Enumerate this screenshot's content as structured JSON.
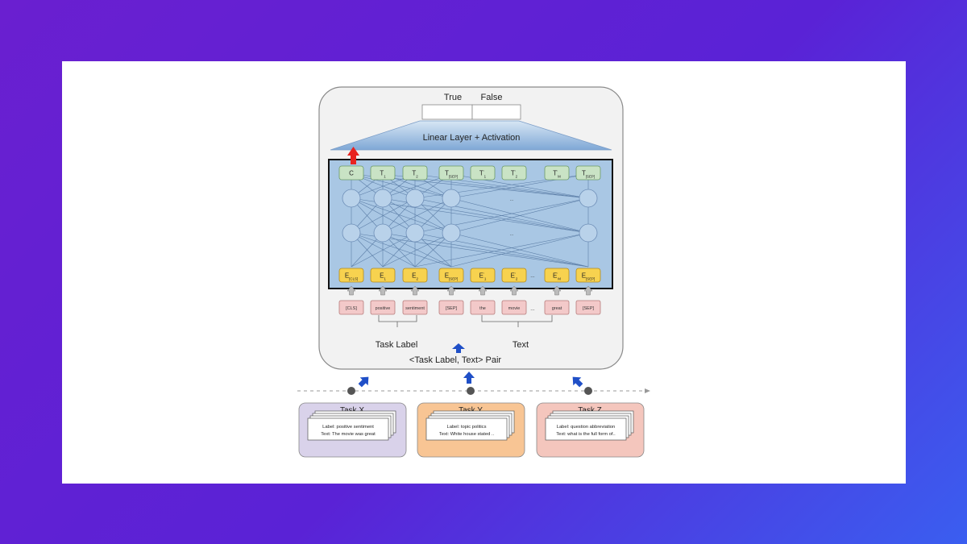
{
  "outputs": [
    "True",
    "False"
  ],
  "linear_layer": "Linear  Layer + Activation",
  "top_tokens": [
    {
      "main": "C",
      "sub": "",
      "sup": ""
    },
    {
      "main": "T",
      "sub": "1",
      "sup": ""
    },
    {
      "main": "T",
      "sub": "2",
      "sup": ""
    },
    {
      "main": "T",
      "sub": "[SEP]",
      "sup": ""
    },
    {
      "main": "T",
      "sub": "1",
      "sup": "'"
    },
    {
      "main": "T",
      "sub": "2",
      "sup": "'"
    },
    {
      "main": "T",
      "sub": "M",
      "sup": "'"
    },
    {
      "main": "T",
      "sub": "[SEP]",
      "sup": ""
    }
  ],
  "embeddings": [
    {
      "main": "E",
      "sub": "[CLS]",
      "sup": ""
    },
    {
      "main": "E",
      "sub": "1",
      "sup": ""
    },
    {
      "main": "E",
      "sub": "2",
      "sup": ""
    },
    {
      "main": "E",
      "sub": "[SEP]",
      "sup": ""
    },
    {
      "main": "E",
      "sub": "1",
      "sup": "'"
    },
    {
      "main": "E",
      "sub": "2",
      "sup": "'"
    },
    {
      "main": "E",
      "sub": "M",
      "sup": "'"
    },
    {
      "main": "E",
      "sub": "[SEP]",
      "sup": ""
    }
  ],
  "input_tokens": [
    "[CLS]",
    "positive",
    "sentiment",
    "[SEP]",
    "the",
    "movie",
    "great",
    "[SEP]"
  ],
  "ellipsis": "...",
  "task_label": "Task Label",
  "text_label": "Text",
  "pair_label": "<Task Label, Text> Pair",
  "tasks": [
    {
      "name": "Task X",
      "label_line": "Label: positive sentiment",
      "text_line": "Text: The movie was great",
      "fill": "#d9d2ea"
    },
    {
      "name": "Task Y",
      "label_line": "Label: topic politics",
      "text_line": "Text: White house stated ..",
      "fill": "#f8c594"
    },
    {
      "name": "Task Z",
      "label_line": "Label: question abbreviation",
      "text_line": "Text: what is the full form of..",
      "fill": "#f4c6bd"
    }
  ],
  "colors": {
    "encoder_fill": "#a9c7e4",
    "top_token_fill": "#c9e3c5",
    "embedding_fill": "#f7d24f",
    "input_token_fill": "#f3c9c9",
    "red_arrow": "#e8231f",
    "blue_arrow": "#1f4fc7"
  }
}
